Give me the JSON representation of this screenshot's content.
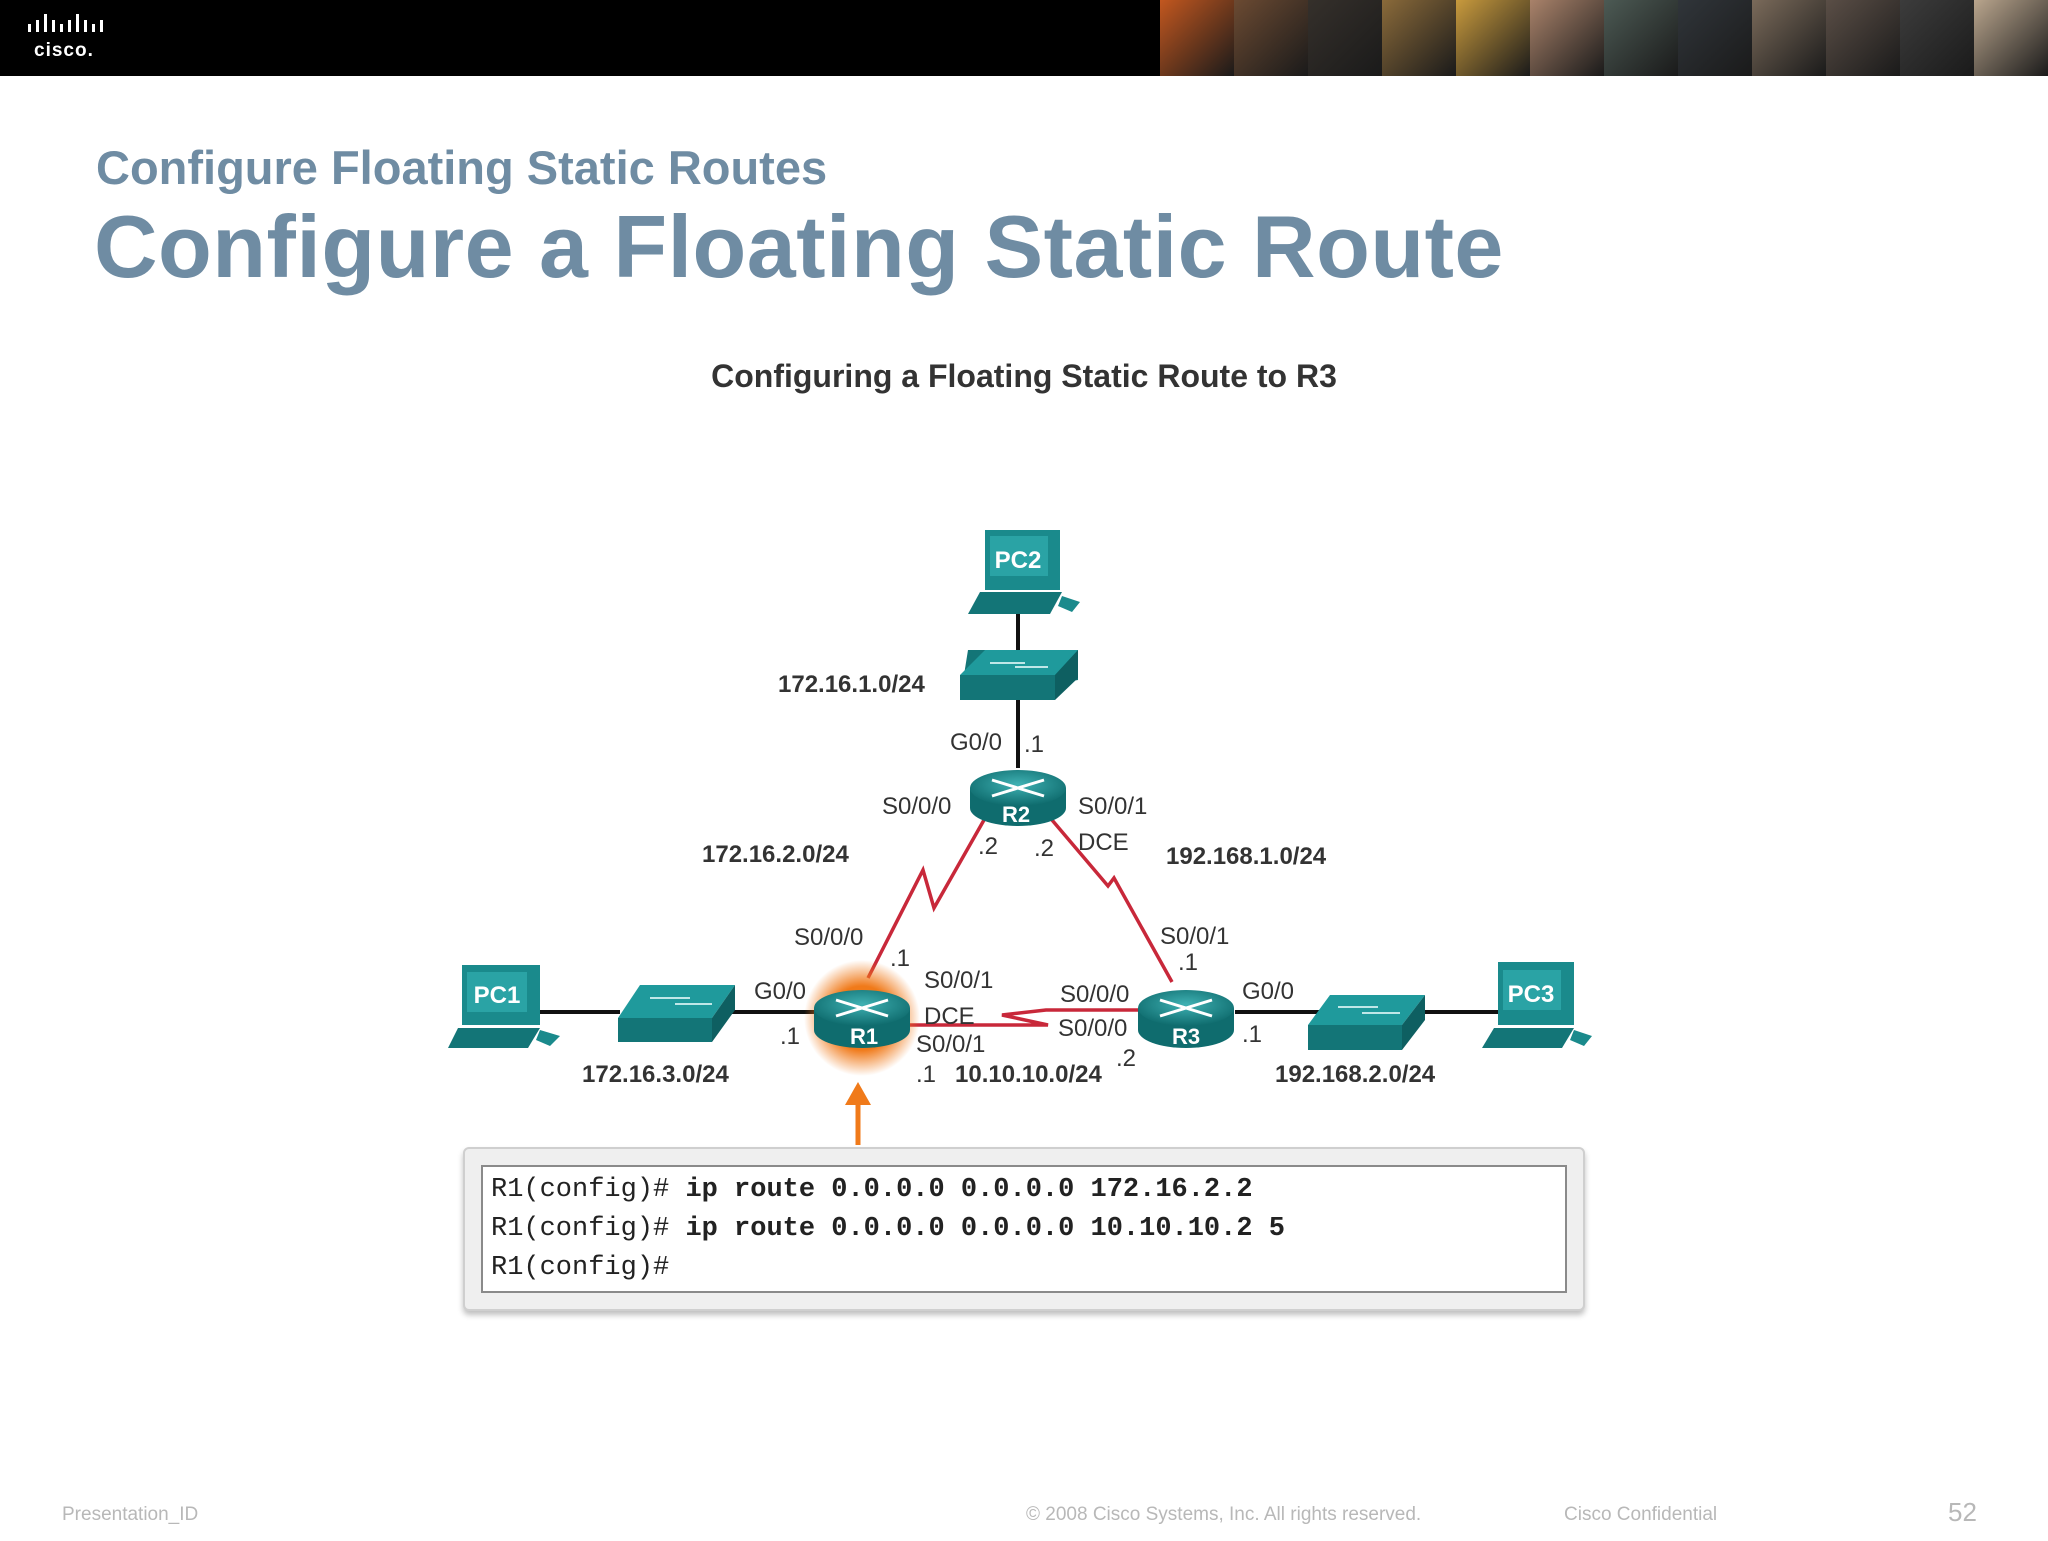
{
  "header": {
    "logo_text": "cisco.",
    "photo_colors": [
      "#c2571f",
      "#6b4a32",
      "#35302b",
      "#8a6a3a",
      "#c89a3d",
      "#a9826a",
      "#4c5a54",
      "#30353a",
      "#7a6a5a",
      "#5a4e46",
      "#3c3c3c",
      "#b9a58d"
    ]
  },
  "slide": {
    "subtitle": "Configure Floating Static Routes",
    "title": "Configure a Floating Static Route"
  },
  "figure": {
    "title": "Configuring a Floating Static Route to R3",
    "devices": {
      "pc1": "PC1",
      "pc2": "PC2",
      "pc3": "PC3",
      "r1": "R1",
      "r2": "R2",
      "r3": "R3"
    },
    "networks": {
      "lan2": "172.16.1.0/24",
      "link_r1_r2": "172.16.2.0/24",
      "link_r2_r3": "192.168.1.0/24",
      "lan1": "172.16.3.0/24",
      "link_r1_r3": "10.10.10.0/24",
      "lan3": "192.168.2.0/24"
    },
    "labels": {
      "r2_g00": "G0/0",
      "r2_g00_host": ".1",
      "r2_s000": "S0/0/0",
      "r2_s001": "S0/0/1",
      "r2_dce": "DCE",
      "r2_s000_host": ".2",
      "r2_s001_host": ".2",
      "r1_s000": "S0/0/0",
      "r1_s000_host": ".1",
      "r1_g00": "G0/0",
      "r1_g00_host": ".1",
      "r1_s001": "S0/0/1",
      "r1_dce": "DCE",
      "r1_s001_b": "S0/0/1",
      "r1_s001_host": ".1",
      "r3_s001": "S0/0/1",
      "r3_s001_host": ".1",
      "r3_s000": "S0/0/0",
      "r3_s000_b": "S0/0/0",
      "r3_s000_host": ".2",
      "r3_g00": "G0/0",
      "r3_g00_host": ".1"
    },
    "colors": {
      "device_teal": "#1a8a8c",
      "serial_link": "#c8283a",
      "highlight": "#f07a1a"
    }
  },
  "cli": {
    "prompt": "R1(config)#",
    "lines": [
      {
        "prompt": "R1(config)#",
        "cmd": "ip route",
        "args": "0.0.0.0 0.0.0.0 172.16.2.2"
      },
      {
        "prompt": "R1(config)#",
        "cmd": "ip route",
        "args": "0.0.0.0 0.0.0.0 10.10.10.2 5"
      },
      {
        "prompt": "R1(config)#",
        "cmd": "",
        "args": ""
      }
    ]
  },
  "footer": {
    "left": "Presentation_ID",
    "middle": "© 2008 Cisco Systems, Inc. All rights reserved.",
    "right": "Cisco Confidential",
    "page": "52"
  }
}
